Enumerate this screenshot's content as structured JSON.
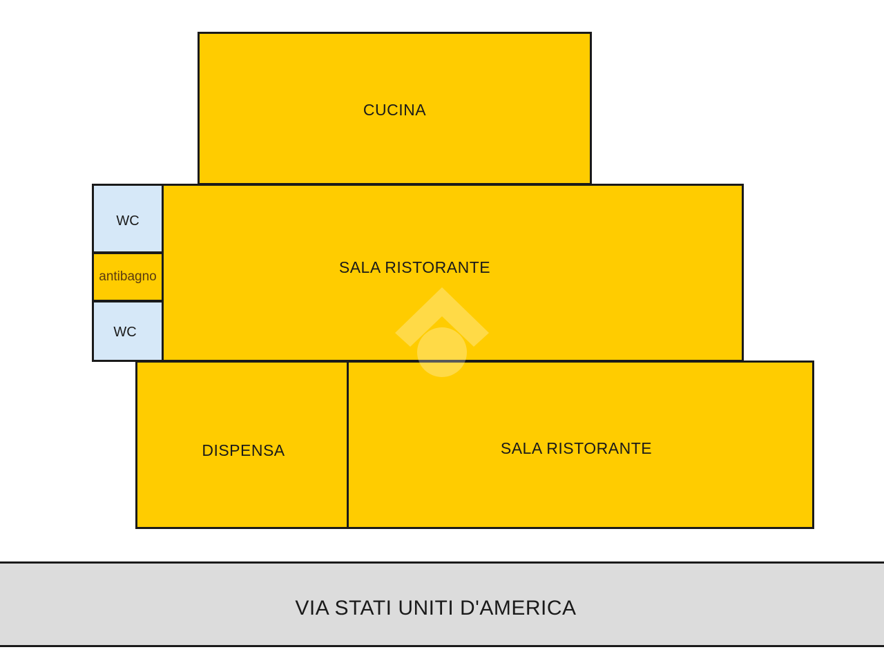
{
  "rooms": {
    "cucina": "CUCINA",
    "sala_ristorante_top": "SALA RISTORANTE",
    "wc_top": "WC",
    "antibagno": "antibagno",
    "wc_bottom": "WC",
    "dispensa": "DISPENSA",
    "sala_ristorante_bottom": "SALA RISTORANTE"
  },
  "street": "VIA STATI UNITI D'AMERICA",
  "colors": {
    "room_fill": "#ffcc00",
    "wc_fill": "#d6e8f8",
    "street_fill": "#dcdcdc",
    "wall": "#1a1a1a"
  },
  "watermark": "house-logo-icon"
}
